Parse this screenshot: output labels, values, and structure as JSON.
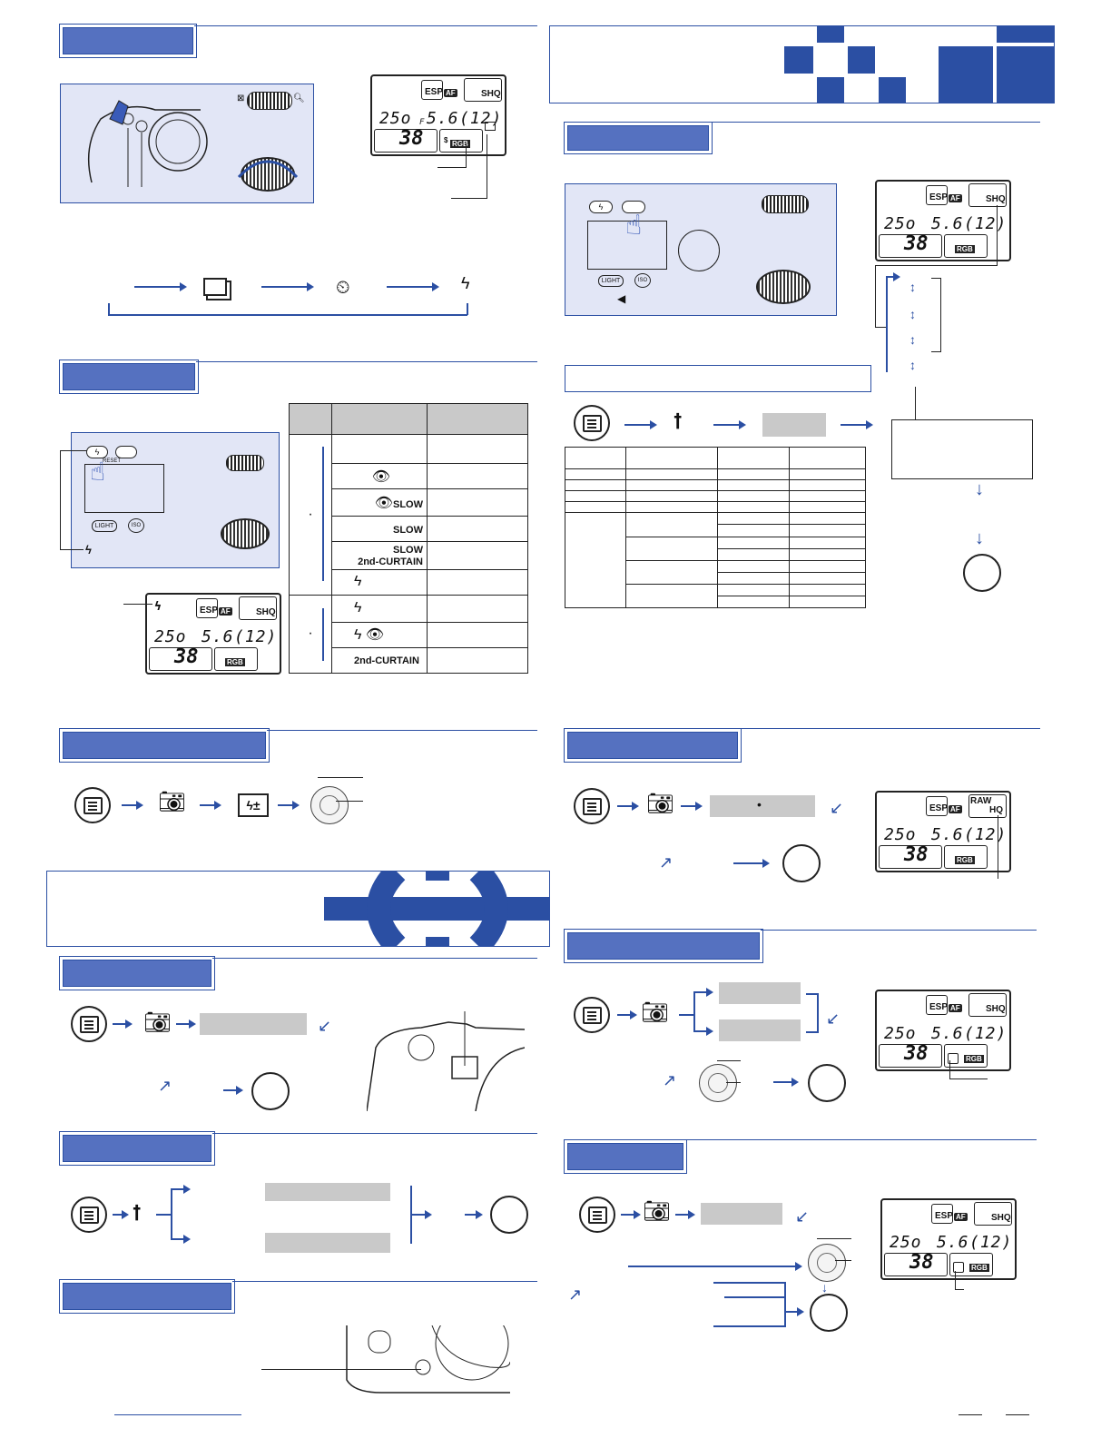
{
  "lcd": {
    "metering": "ESP",
    "af": "AF",
    "quality": "SHQ",
    "quality_raw_line1": "RAW",
    "quality_raw_line2": "HQ",
    "shutter": "25o",
    "aperture_prefix": "F",
    "aperture": "5.6",
    "frames": "(12)",
    "count": "38",
    "color_space": "RGB",
    "color_prefix": "$"
  },
  "flash_table": {
    "modes": [
      "SLOW",
      "SLOW",
      "SLOW",
      "2nd-CURTAIN",
      "2nd-CURTAIN"
    ]
  },
  "camera_labels": {
    "reset": "RESET",
    "light": "LIGHT",
    "iso": "ISO"
  },
  "icons": {
    "menu": "menu-icon",
    "camera": "camera-icon",
    "wrench": "wrench-icon",
    "self_timer": "self-timer-icon",
    "continuous": "continuous-shooting-icon",
    "remote": "remote-icon",
    "flash": "flash-icon",
    "red_eye": "red-eye-icon",
    "flash_comp": "flash-compensation-icon",
    "dpad": "arrow-pad-icon"
  },
  "colors": {
    "accent": "#2b4fa3",
    "header_fill": "#5571c0",
    "panel_fill": "#e2e6f6",
    "menu_item_fill": "#c9c9c9"
  }
}
